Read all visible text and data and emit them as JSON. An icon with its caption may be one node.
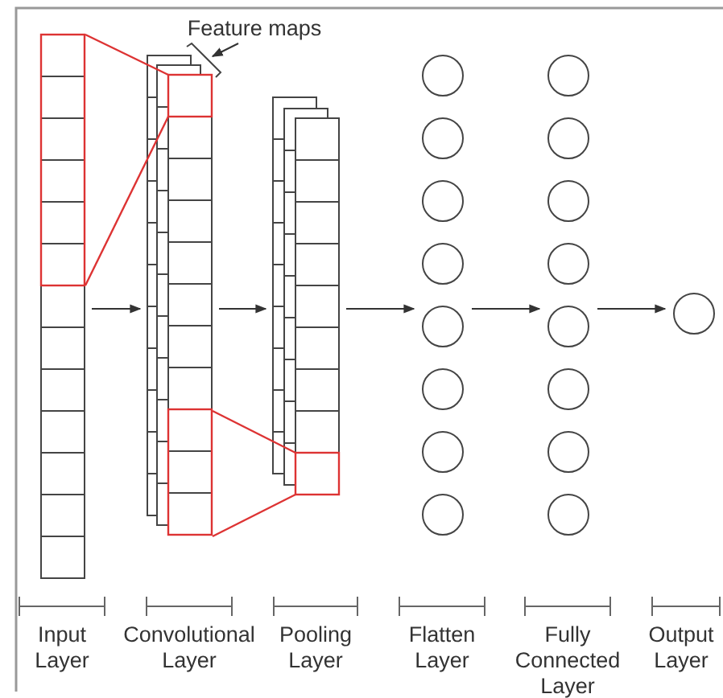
{
  "diagram": {
    "nodes": [
      {
        "text": [
          "Feature maps"
        ]
      },
      {
        "text": [],
        "shape": "box"
      },
      {
        "text": [],
        "shape": "box"
      },
      {
        "text": [],
        "shape": "box"
      },
      {
        "text": [],
        "shape": "circle"
      },
      {
        "text": [],
        "shape": "circle"
      },
      {
        "text": [],
        "shape": "circle"
      }
    ],
    "edges": [
      {
        "from": 1,
        "to": 2,
        "arrow": "to"
      },
      {
        "from": 2,
        "to": 3,
        "arrow": "to"
      },
      {
        "from": 3,
        "to": 4,
        "arrow": "to"
      },
      {
        "from": 4,
        "to": 5,
        "arrow": "to"
      },
      {
        "from": 5,
        "to": 6,
        "arrow": "to"
      },
      {
        "from": 0,
        "to": 2,
        "arrow": "to"
      },
      {
        "from": 1,
        "to": 2,
        "arrow": "none",
        "color": "#dd3333"
      },
      {
        "from": 1,
        "to": 2,
        "arrow": "none",
        "color": "#dd3333"
      },
      {
        "from": 2,
        "to": 3,
        "arrow": "none",
        "color": "#dd3333"
      },
      {
        "from": 2,
        "to": 3,
        "arrow": "none",
        "color": "#dd3333"
      }
    ],
    "labels": [
      "Input Layer",
      "Convolutional Layer",
      "Pooling Layer",
      "Flatten Layer",
      "Fully Connected Layer",
      "Output Layer"
    ]
  }
}
